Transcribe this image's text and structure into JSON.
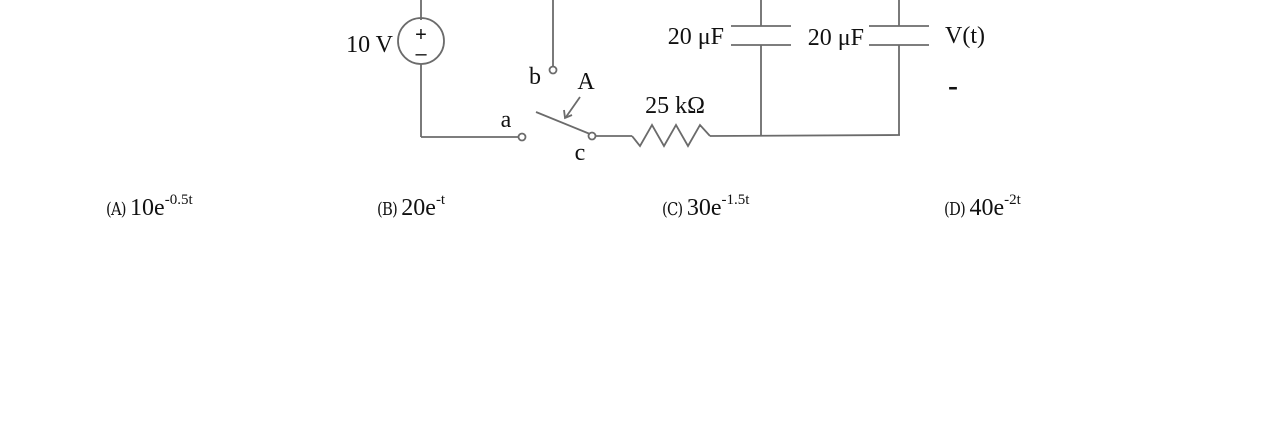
{
  "circuit": {
    "source_label": "10 V",
    "source_plus": "+",
    "source_minus": "–",
    "node_a": "a",
    "node_b": "b",
    "node_c": "c",
    "switch_label": "A",
    "resistor_label": "25 kΩ",
    "cap1_label": "20 μF",
    "cap2_label": "20 μF",
    "output_label": "V(t)",
    "output_minus": "-"
  },
  "choices": [
    {
      "tag": "(A)",
      "coef": "10e",
      "exp": "-0.5t"
    },
    {
      "tag": "(B)",
      "coef": "20e",
      "exp": "-t"
    },
    {
      "tag": "(C)",
      "coef": "30e",
      "exp": "-1.5t"
    },
    {
      "tag": "(D)",
      "coef": "40e",
      "exp": "-2t"
    }
  ]
}
